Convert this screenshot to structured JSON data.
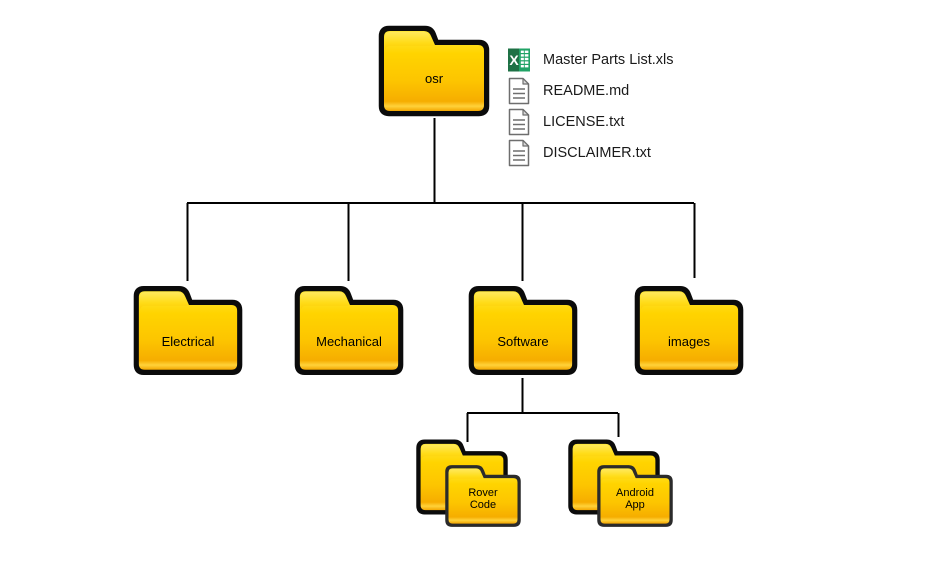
{
  "diagram": {
    "title": "osr repository folder structure",
    "background_color": "#ffffff",
    "edge_color": "#000000",
    "folder_fill_top": "#ffe033",
    "folder_fill_bottom": "#f5a800",
    "folder_outline": "#000000",
    "label_color": "#000000"
  },
  "root": {
    "label": "osr",
    "name": "root-folder-osr"
  },
  "root_files": [
    {
      "name": "Master Parts List.xls",
      "icon": "excel-file-icon"
    },
    {
      "name": "README.md",
      "icon": "text-file-icon"
    },
    {
      "name": "LICENSE.txt",
      "icon": "text-file-icon"
    },
    {
      "name": "DISCLAIMER.txt",
      "icon": "text-file-icon"
    }
  ],
  "level2": [
    {
      "label": "Electrical",
      "name": "folder-electrical"
    },
    {
      "label": "Mechanical",
      "name": "folder-mechanical"
    },
    {
      "label": "Software",
      "name": "folder-software"
    },
    {
      "label": "images",
      "name": "folder-images"
    }
  ],
  "level3": [
    {
      "label": "Rover\nCode",
      "name": "folder-rover-code"
    },
    {
      "label": "Android\nApp",
      "name": "folder-android-app"
    }
  ],
  "icons": {
    "excel": "excel-file-icon",
    "document": "text-file-icon",
    "folder": "folder-icon"
  }
}
